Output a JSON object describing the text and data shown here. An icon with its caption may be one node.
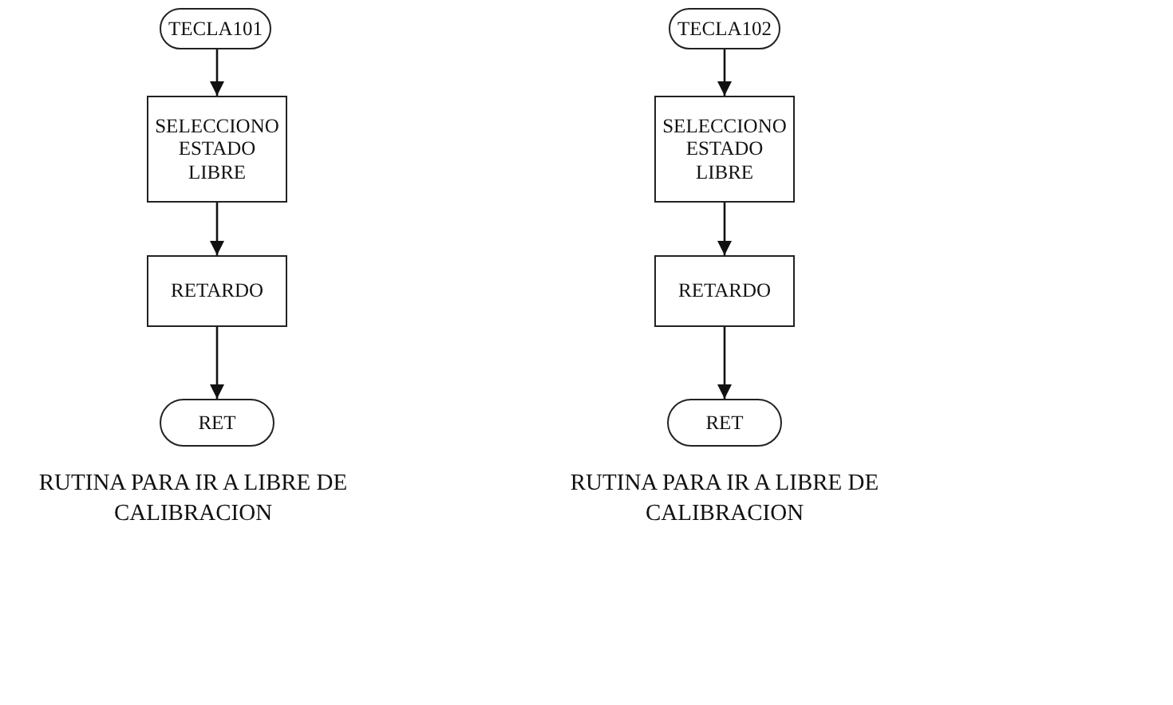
{
  "diagram": {
    "nodes": [
      {
        "text": [
          "TECLA101"
        ]
      },
      {
        "text": [
          "SELECCIONO ESTADO LIBRE"
        ]
      },
      {
        "text": [
          "RETARDO"
        ]
      },
      {
        "text": [
          "RET"
        ]
      },
      {
        "text": [
          "TECLA102"
        ]
      },
      {
        "text": [
          "SELECCIONO ESTADO LIBRE"
        ]
      },
      {
        "text": [
          "RETARDO"
        ]
      },
      {
        "text": [
          "RET"
        ]
      }
    ],
    "edges": [
      {
        "from": 0,
        "to": 1,
        "arrow": "to"
      },
      {
        "from": 1,
        "to": 2,
        "arrow": "to"
      },
      {
        "from": 2,
        "to": 3,
        "arrow": "to"
      },
      {
        "from": 4,
        "to": 5,
        "arrow": "to"
      },
      {
        "from": 5,
        "to": 6,
        "arrow": "to"
      },
      {
        "from": 6,
        "to": 7,
        "arrow": "to"
      }
    ],
    "labels": [
      "RUTINA PARA IR A LIBRE DE CALIBRACION",
      "RUTINA PARA IR A LIBRE DE CALIBRACION"
    ]
  }
}
